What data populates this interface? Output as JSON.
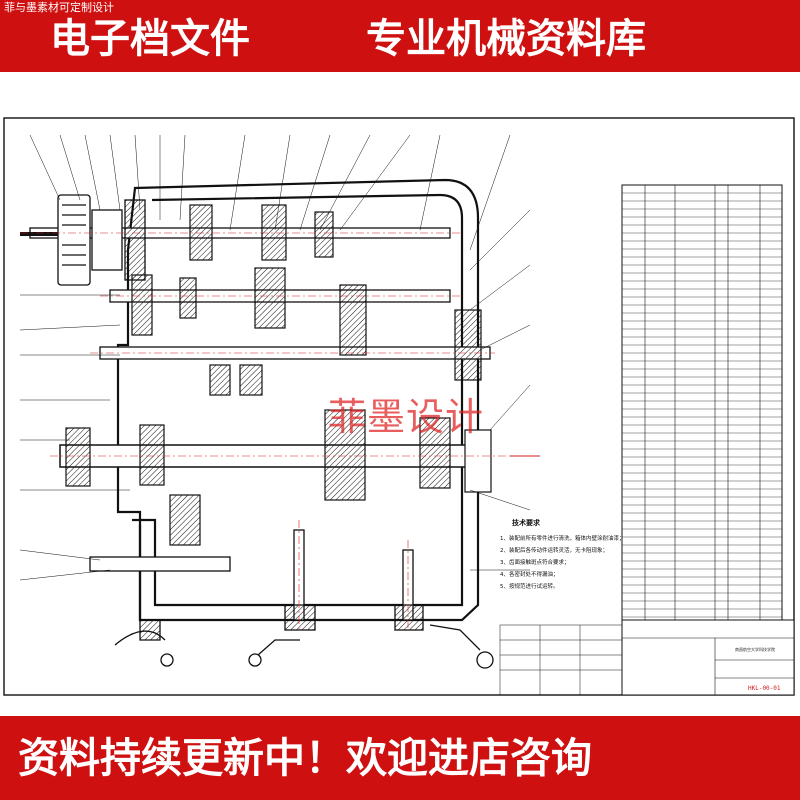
{
  "header": {
    "corner_tag": "菲与墨素材可定制设计",
    "title_left": "电子档文件",
    "title_right": "专业机械资料库",
    "background": "#cf1010"
  },
  "drawing": {
    "watermark": "菲墨设计",
    "notes": {
      "title": "技术要求",
      "lines": [
        "1、装配前所有零件进行清洗，箱体内壁涂耐油漆；",
        "2、装配后各传动件运转灵活，无卡阻现象；",
        "3、齿面接触斑点符合要求；",
        "4、各密封处不得漏油；",
        "5、按规范进行试运转。"
      ]
    },
    "title_block": {
      "school": "南昌航空大学科技学院",
      "drawing_no": "HKL-00-01"
    }
  },
  "footer": {
    "slogan": "资料持续更新中！欢迎进店咨询",
    "background": "#cf1010"
  }
}
